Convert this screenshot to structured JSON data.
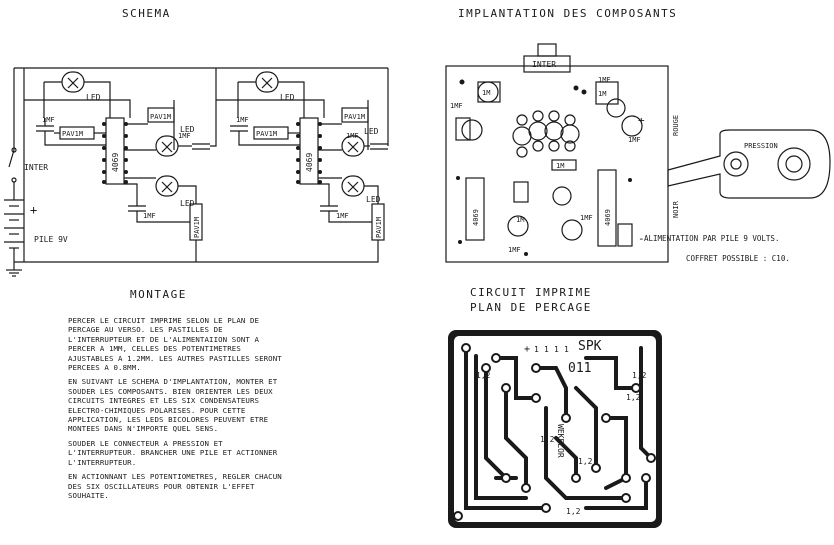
{
  "titles": {
    "schema": "SCHEMA",
    "implantation": "IMPLANTATION DES COMPOSANTS",
    "montage": "MONTAGE",
    "circuit_line1": "CIRCUIT IMPRIME",
    "circuit_line2": "PLAN DE PERCAGE"
  },
  "schema": {
    "inter": "INTER",
    "pile": "PILE 9V",
    "led": "LED",
    "pav": "PAV1M",
    "cap": "1MF",
    "ic": "4069"
  },
  "implantation": {
    "inter": "INTER",
    "pression": "PRESSION",
    "rouge": "ROUGE",
    "noir": "NOIR",
    "res": "1M",
    "cap": "1MF",
    "ic": "4069",
    "alimentation": "ALIMENTATION PAR PILE 9 VOLTS.",
    "coffret": "COFFRET POSSIBLE : C10."
  },
  "circuit": {
    "spk": "SPK",
    "code": "011",
    "marker": "1,2",
    "plus": "+",
    "one": "1",
    "brand": "WEKELOR"
  },
  "montage": {
    "p1": "PERCER LE CIRCUIT IMPRIME SELON LE PLAN DE PERCAGE AU VERSO. LES PASTILLES DE L'INTERRUPTEUR ET DE L'ALIMENTAIION SONT A PERCER A 1MM, CELLES DES POTENTIMETRES AJUSTABLES A 1.2MM. LES AUTRES PASTILLES SERONT PERCEES A 0.8MM.",
    "p2": "EN SUIVANT LE SCHEMA D'IMPLANTATION, MONTER ET SOUDER LES COMPOSANTS. BIEN ORIENTER LES DEUX CIRCUITS INTEGRES ET LES SIX CONDENSATEURS ELECTRO-CHIMIQUES POLARISES. POUR CETTE APPLICATION, LES LEDS BICOLORES PEUVENT ETRE MONTEES DANS N'IMPORTE QUEL SENS.",
    "p3": "SOUDER LE CONNECTEUR A PRESSION ET L'INTERRUPTEUR. BRANCHER UNE PILE ET ACTIONNER L'INTERRUPTEUR.",
    "p4": "EN ACTIONNANT LES POTENTIOMETRES, REGLER CHACUN DES SIX OSCILLATEURS POUR OBTENIR L'EFFET SOUHAITE."
  }
}
